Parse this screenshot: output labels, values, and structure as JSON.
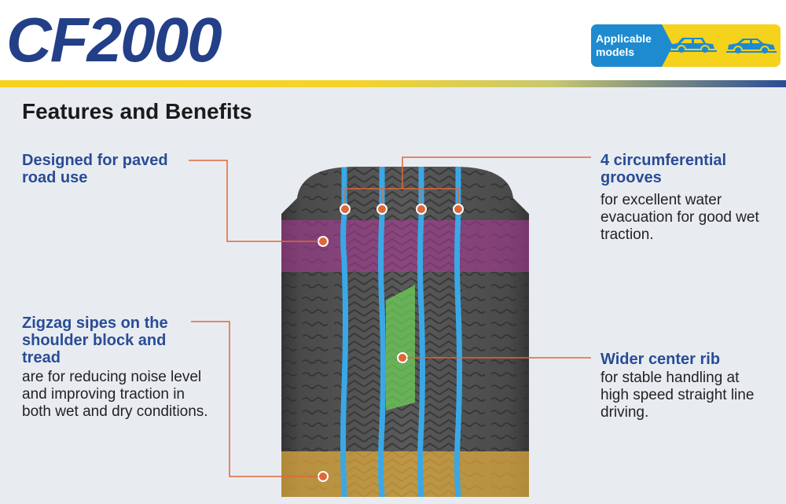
{
  "header": {
    "logo_text": "CF2000",
    "models_label": "Applicable models",
    "models_icons": [
      "suv-icon",
      "sedan-icon"
    ]
  },
  "section": {
    "title": "Features and Benefits"
  },
  "callouts": {
    "paved": {
      "title": "Designed for paved road use"
    },
    "grooves": {
      "title": "4 circumferential grooves",
      "body": "for excellent water evacuation for good wet traction."
    },
    "zigzag": {
      "title": "Zigzag sipes on the shoulder block and tread",
      "body": "are for reducing noise level and improving traction in both wet and dry conditions."
    },
    "center": {
      "title": "Wider center rib",
      "body": "for stable handling at high speed straight line driving."
    }
  },
  "colors": {
    "brand_blue": "#233f88",
    "accent_yellow": "#f5d21c",
    "tag_blue": "#1e8bd0",
    "leader_orange": "#e0673a",
    "groove_blue": "#3aa8e6",
    "paved_band": "#b03a9a",
    "center_band": "#6fcf5a",
    "shoulder_band": "#f2b83a"
  }
}
